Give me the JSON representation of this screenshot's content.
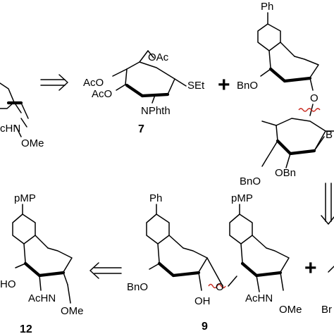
{
  "labels": {
    "top_left_acnh": "cHN",
    "top_left_ome": "OMe",
    "c7_oac6": "OAc",
    "c7_oac4": "AcO",
    "c7_oac3": "AcO",
    "c7_set": "SEt",
    "c7_nphth": "NPhth",
    "c7_number": "7",
    "tr_ph": "Ph",
    "tr_bno": "BnO",
    "tr_obn": "OBn",
    "tr_bno2": "BnO",
    "tr_b": "B",
    "tr_o": "O",
    "c12_pmp": "pMP",
    "c12_ho": "HO",
    "c12_acnh": "AcHN",
    "c12_ome": "OMe",
    "c12_number": "12",
    "c9_ph": "Ph",
    "c9_pmp": "pMP",
    "c9_bno": "BnO",
    "c9_oh": "OH",
    "c9_o": "O",
    "c9_acnh": "AcHN",
    "c9_ome": "OMe",
    "c9_number": "9",
    "br_bn": "Br"
  }
}
